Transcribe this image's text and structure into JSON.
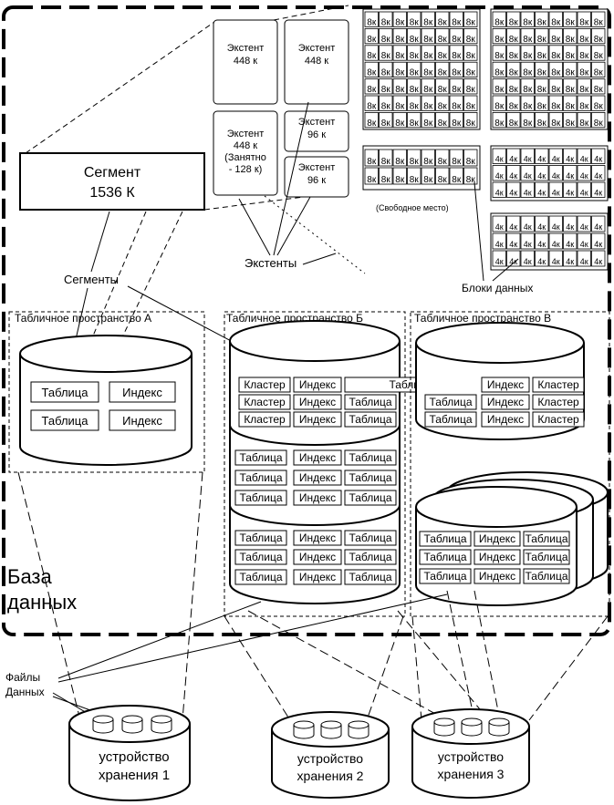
{
  "segment": {
    "title": "Сегмент",
    "size": "1536 К"
  },
  "extents": [
    {
      "line1": "Экстент",
      "line2": "448 к"
    },
    {
      "line1": "Экстент",
      "line2": "448 к"
    },
    {
      "line1": "Экстент",
      "line2": "448 к",
      "line3": "(Занятно",
      "line4": "- 128 к)"
    },
    {
      "line1": "Экстент",
      "line2": "96 к"
    },
    {
      "line1": "Экстент",
      "line2": "96 к"
    }
  ],
  "block_labels": {
    "k8": "8к",
    "k4": "4к"
  },
  "free_space": "(Свободное место)",
  "labels": {
    "segments": "Сегменты",
    "extents": "Экстенты",
    "data_blocks": "Блоки данных",
    "database_line1": "База",
    "database_line2": "данных",
    "datafiles_line1": "Файлы",
    "datafiles_line2": "Данных"
  },
  "tablespaces": {
    "a": "Табличное пространство А",
    "b": "Табличное пространство Б",
    "c": "Табличное пространство В"
  },
  "objects": {
    "table": "Таблица",
    "index": "Индекс",
    "cluster": "Кластер"
  },
  "storage": [
    {
      "line1": "устройство",
      "line2": "хранения 1"
    },
    {
      "line1": "устройство",
      "line2": "хранения 2"
    },
    {
      "line1": "устройство",
      "line2": "хранения 3"
    }
  ]
}
